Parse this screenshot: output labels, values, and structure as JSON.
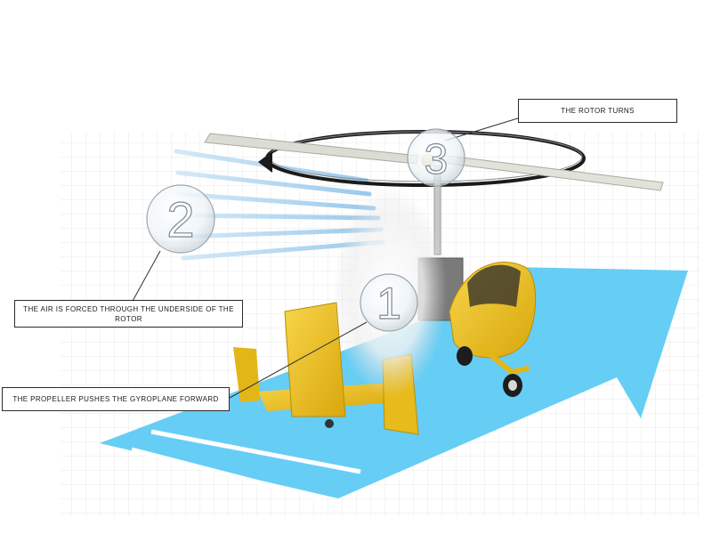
{
  "callouts": {
    "rotor": "THE ROTOR TURNS",
    "air": "THE AIR IS FORCED THROUGH THE UNDERSIDE OF THE ROTOR",
    "propeller": "THE PROPELLER PUSHES THE GYROPLANE FORWARD"
  },
  "markers": {
    "propeller_step": "1",
    "air_step": "2",
    "rotor_step": "3"
  },
  "colors": {
    "arrow": "#66cdf5",
    "airflow": "#b8dcf4",
    "aircraft": "#f2c21d",
    "grid": "#e3e3e3",
    "rotor_blade": "#dcdcd4"
  },
  "icons": {
    "direction": "forward-arrow-icon",
    "rotation": "rotation-arrow-icon"
  }
}
